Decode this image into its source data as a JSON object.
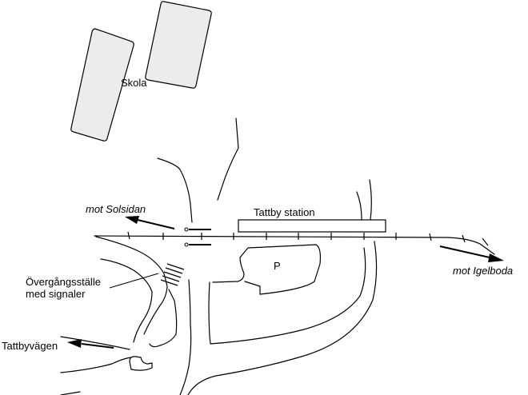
{
  "labels": {
    "school": "Skola",
    "station": "Tattby station",
    "to_solsidan": "mot Solsidan",
    "to_igelboda": "mot Igelboda",
    "crossing_line1": "Övergångsställe",
    "crossing_line2": "med signaler",
    "parking": "P",
    "road": "Tattbyvägen"
  },
  "colors": {
    "line": "#000000",
    "building_fill": "#ececec",
    "background": "#ffffff"
  }
}
